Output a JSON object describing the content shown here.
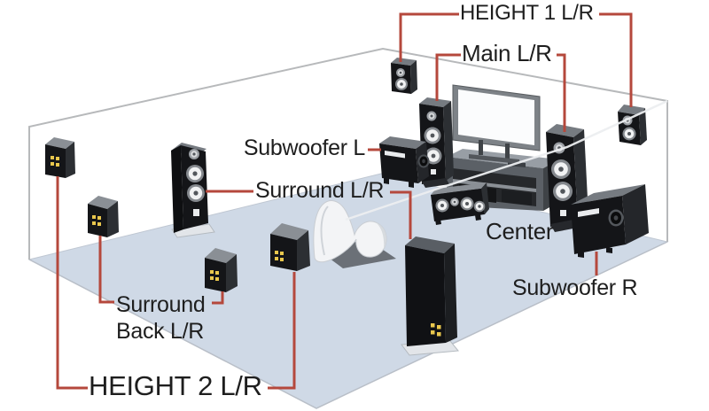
{
  "figure": {
    "type": "home-theater-speaker-layout-diagram",
    "labels": {
      "height1": "HEIGHT 1 L/R",
      "main": "Main L/R",
      "subwoofer_l": "Subwoofer L",
      "surround": "Surround L/R",
      "center": "Center",
      "subwoofer_r": "Subwoofer R",
      "surround_back_line1": "Surround",
      "surround_back_line2": "Back L/R",
      "height2": "HEIGHT 2 L/R"
    },
    "colors": {
      "connector_red": "#b5483c",
      "floor_blue": "#cfd9e6",
      "wall_edge_gray": "#b7b9bb",
      "label_text": "#1e1e1e"
    }
  }
}
